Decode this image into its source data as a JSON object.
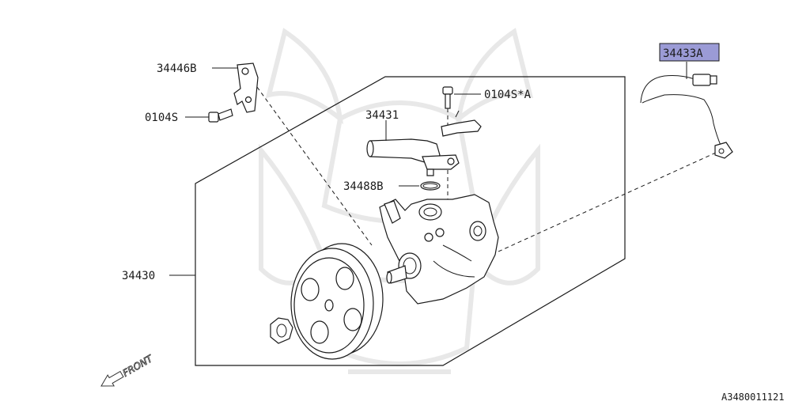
{
  "labels": {
    "bracket": "34446B",
    "bolt_left": "0104S",
    "bolt_top": "0104S*A",
    "pipe": "34431",
    "oring": "34488B",
    "pump_assy": "34430",
    "sensor": "34433A"
  },
  "front_label": "FRONT",
  "diagram_code": "A3480011121",
  "colors": {
    "highlight_fill": "#9b9bd6",
    "line": "#1a1a1a"
  }
}
